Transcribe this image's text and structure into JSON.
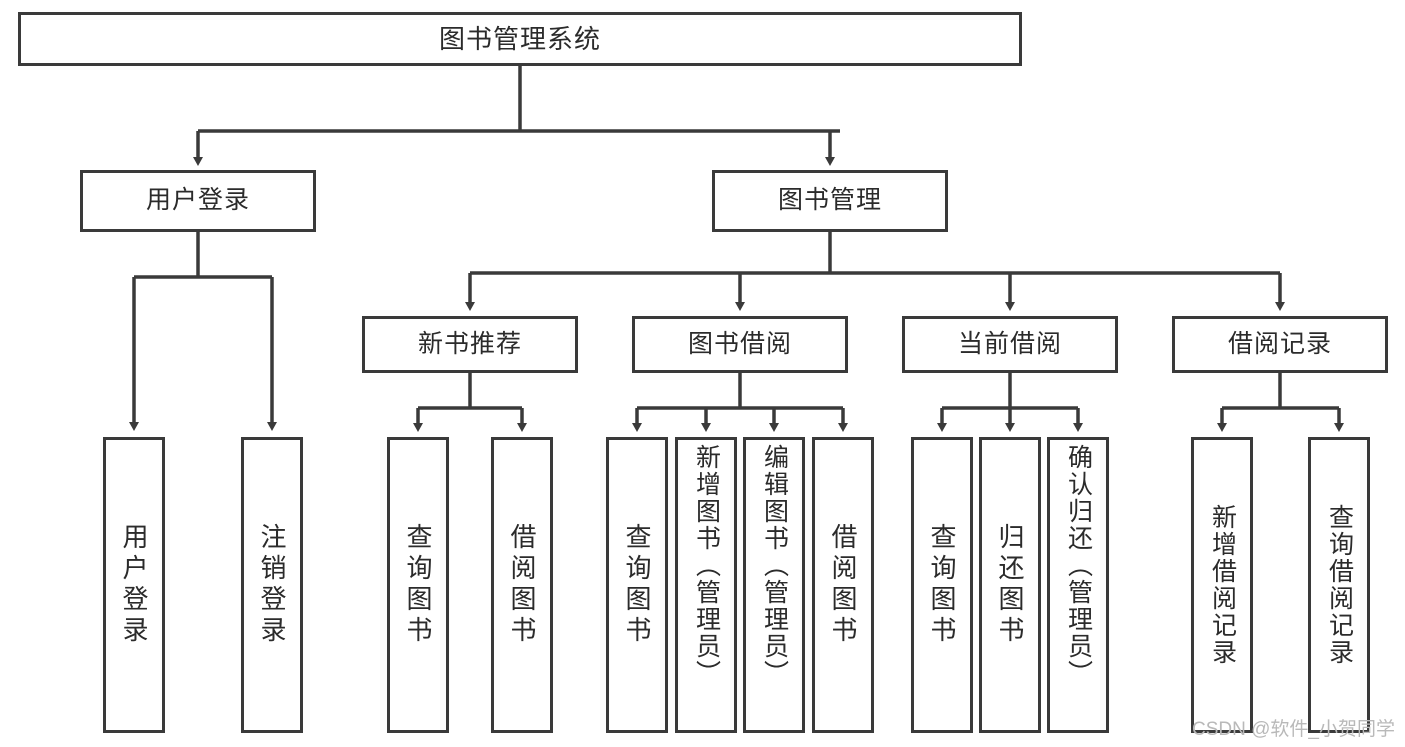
{
  "diagram": {
    "title": "图书管理系统",
    "type": "hierarchy-tree",
    "root": {
      "label": "图书管理系统"
    },
    "level2": [
      {
        "id": "user-login",
        "label": "用户登录"
      },
      {
        "id": "book-management",
        "label": "图书管理"
      }
    ],
    "level3": [
      {
        "id": "new-book-recommend",
        "label": "新书推荐"
      },
      {
        "id": "book-borrow",
        "label": "图书借阅"
      },
      {
        "id": "current-borrow",
        "label": "当前借阅"
      },
      {
        "id": "borrow-record",
        "label": "借阅记录"
      }
    ],
    "leaves": [
      {
        "id": "leaf-user-login",
        "label": "用户登录",
        "parent": "user-login"
      },
      {
        "id": "leaf-logout",
        "label": "注销登录",
        "parent": "user-login"
      },
      {
        "id": "leaf-query-book-1",
        "label": "查询图书",
        "parent": "new-book-recommend"
      },
      {
        "id": "leaf-borrow-book-1",
        "label": "借阅图书",
        "parent": "new-book-recommend"
      },
      {
        "id": "leaf-query-book-2",
        "label": "查询图书",
        "parent": "book-borrow"
      },
      {
        "id": "leaf-add-book",
        "label": "新增图书（管理员）",
        "parent": "book-borrow"
      },
      {
        "id": "leaf-edit-book",
        "label": "编辑图书（管理员）",
        "parent": "book-borrow"
      },
      {
        "id": "leaf-borrow-book-2",
        "label": "借阅图书",
        "parent": "book-borrow"
      },
      {
        "id": "leaf-query-book-3",
        "label": "查询图书",
        "parent": "current-borrow"
      },
      {
        "id": "leaf-return-book",
        "label": "归还图书",
        "parent": "current-borrow"
      },
      {
        "id": "leaf-confirm-return",
        "label": "确认归还（管理员）",
        "parent": "current-borrow"
      },
      {
        "id": "leaf-add-record",
        "label": "新增借阅记录",
        "parent": "borrow-record"
      },
      {
        "id": "leaf-query-record",
        "label": "查询借阅记录",
        "parent": "borrow-record"
      }
    ],
    "watermark": "CSDN @软件_小贺同学",
    "colors": {
      "border": "#3a3a3a",
      "text": "#2b2b2b",
      "background": "#ffffff",
      "watermark": "#b9b9b9"
    }
  }
}
